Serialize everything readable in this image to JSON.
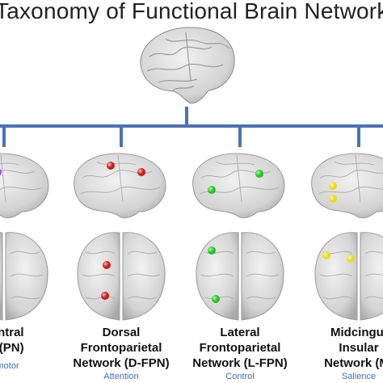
{
  "title": "Taxonomy of Functional Brain Networks",
  "colors": {
    "tree": "#4a73b8",
    "brain": "#d6d6d6",
    "subtitle": "#3f6fb5"
  },
  "networks": [
    {
      "name_lines": [
        "central",
        "rk (PN)"
      ],
      "subtitle": "tomotor",
      "node_color": "#9b4fd3"
    },
    {
      "name_lines": [
        "Dorsal",
        "Frontoparietal",
        "Network (D-FPN)"
      ],
      "subtitle": "Attention",
      "node_color": "#d11616"
    },
    {
      "name_lines": [
        "Lateral",
        "Frontoparietal",
        "Network (L-FPN)"
      ],
      "subtitle": "Control",
      "node_color": "#22c41e"
    },
    {
      "name_lines": [
        "Midcingul",
        "Insular",
        "Network (M-"
      ],
      "subtitle": "Salience",
      "node_color": "#e8dc1e"
    }
  ]
}
